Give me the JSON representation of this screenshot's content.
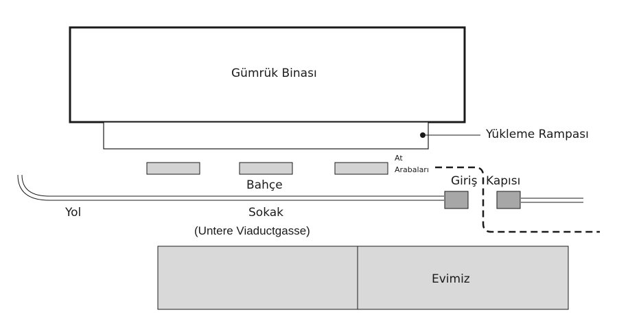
{
  "labels": {
    "customs_building": "Gümrük Binası",
    "loading_ramp": "Yükleme Rampası",
    "horse_carts_line1": "At",
    "horse_carts_line2": "Arabaları",
    "garden": "Bahçe",
    "entrance": "Giriş",
    "gate": "Kapısı",
    "road": "Yol",
    "street": "Sokak",
    "street_name": "(Untere Viaductgasse)",
    "our_house": "Evimiz"
  },
  "colors": {
    "line": "#1a1a1a",
    "cart_fill": "#d3d3d3",
    "gate_fill": "#a7a7a7",
    "house_fill": "#d9d9d9"
  }
}
